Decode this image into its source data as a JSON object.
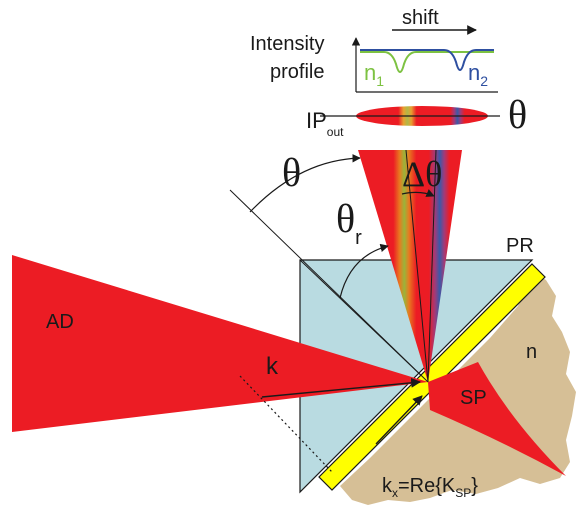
{
  "labels": {
    "shift": "shift",
    "intensity_line1": "Intensity",
    "intensity_line2": "profile",
    "n1_base": "n",
    "n1_sub": "1",
    "n2_base": "n",
    "n2_sub": "2",
    "ip_base": "IP",
    "ip_sub": "out",
    "theta_axis": "θ",
    "theta_incident": "θ",
    "theta_r_base": "θ",
    "theta_r_sub": "r",
    "delta_theta": "Δθ",
    "prism": "PR",
    "ad": "AD",
    "k": "k",
    "n": "n",
    "sp": "SP",
    "kx_base": "k",
    "kx_sub": "x",
    "kx_mid": "=Re{K",
    "kx_sub2": "SP",
    "kx_end": "}"
  },
  "colors": {
    "beam": "#ec1c24",
    "prism": "#b9dbe1",
    "sample": "#d6bf96",
    "film": "#ffff00",
    "curve_n1": "#7dc242",
    "curve_n2": "#2e4fa0",
    "text": "#1a1a1a"
  }
}
